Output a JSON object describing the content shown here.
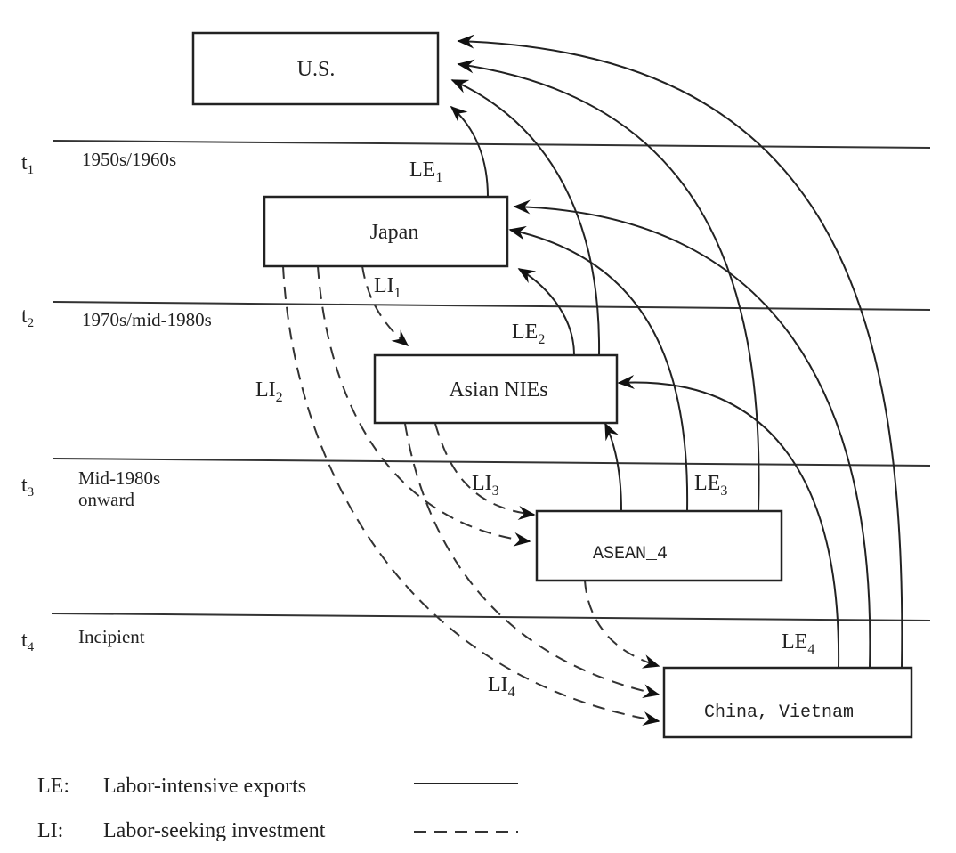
{
  "regions": {
    "us": "U.S.",
    "japan": "Japan",
    "nies": "Asian NIEs",
    "asean": "ASEAN_4",
    "china": "China, Vietnam"
  },
  "periods": [
    {
      "t": "t",
      "sub": "1",
      "label": "1950s/1960s"
    },
    {
      "t": "t",
      "sub": "2",
      "label": "1970s/mid-1980s"
    },
    {
      "t": "t",
      "sub": "3",
      "label": "Mid-1980s",
      "label2": "onward"
    },
    {
      "t": "t",
      "sub": "4",
      "label": "Incipient"
    }
  ],
  "flows": {
    "le1": {
      "base": "LE",
      "sub": "1"
    },
    "le2": {
      "base": "LE",
      "sub": "2"
    },
    "le3": {
      "base": "LE",
      "sub": "3"
    },
    "le4": {
      "base": "LE",
      "sub": "4"
    },
    "li1": {
      "base": "LI",
      "sub": "1"
    },
    "li2": {
      "base": "LI",
      "sub": "2"
    },
    "li3": {
      "base": "LI",
      "sub": "3"
    },
    "li4": {
      "base": "LI",
      "sub": "4"
    }
  },
  "legend": {
    "le_key": "LE:",
    "le_text": "Labor-intensive exports",
    "li_key": "LI:",
    "li_text": "Labor-seeking investment"
  }
}
